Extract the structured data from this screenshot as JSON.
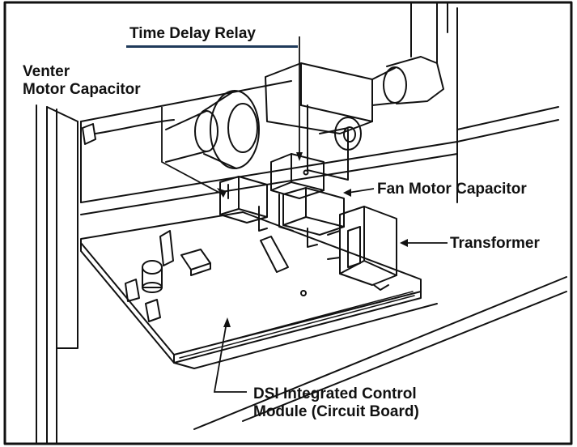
{
  "labels": {
    "time_delay_relay": "Time Delay Relay",
    "venter_line1": "Venter",
    "venter_line2": "Motor Capacitor",
    "fan_motor_capacitor": "Fan Motor Capacitor",
    "transformer": "Transformer",
    "dsi_line1": "DSI Integrated Control",
    "dsi_line2": "Module (Circuit Board)"
  },
  "colors": {
    "line": "#111111",
    "underline": "#1f3a5a",
    "background": "#ffffff"
  }
}
